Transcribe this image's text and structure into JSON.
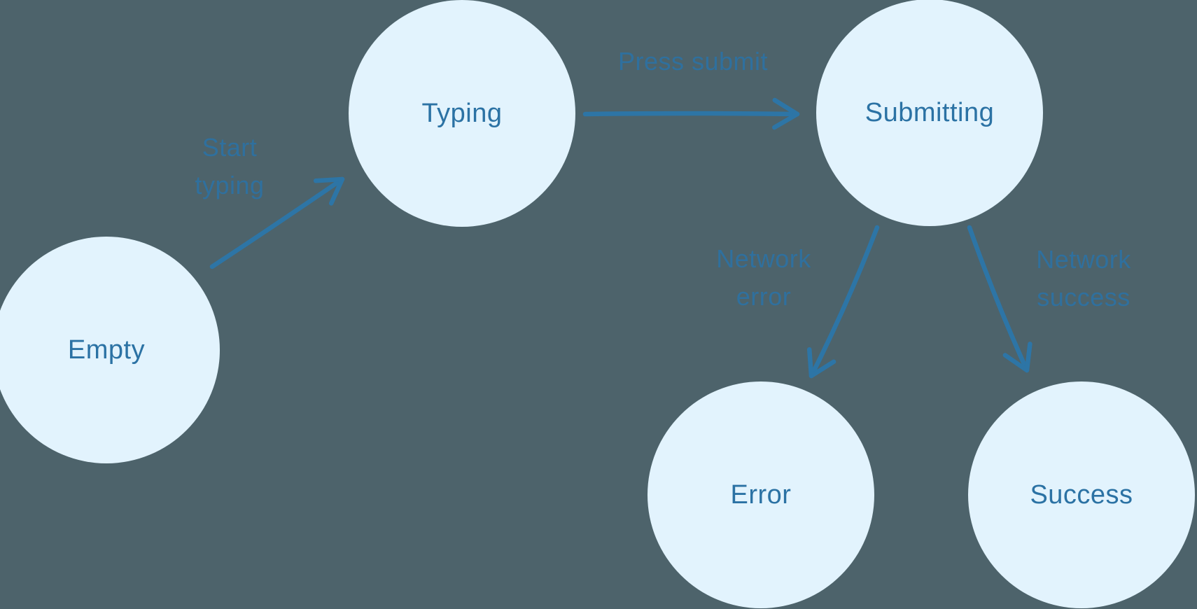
{
  "colors": {
    "background": "#4d636b",
    "node-fill": "#e2f3fd",
    "node-text": "#2b72a4",
    "arrow": "#2d75a6",
    "arrow-label": "#2f709e"
  },
  "diagram": {
    "type": "state-machine",
    "states": [
      {
        "id": "empty",
        "label": "Empty"
      },
      {
        "id": "typing",
        "label": "Typing"
      },
      {
        "id": "submitting",
        "label": "Submitting"
      },
      {
        "id": "error",
        "label": "Error"
      },
      {
        "id": "success",
        "label": "Success"
      }
    ],
    "transitions": [
      {
        "from": "Empty",
        "to": "Typing",
        "lines": [
          "Start",
          "typing"
        ]
      },
      {
        "from": "Typing",
        "to": "Submitting",
        "lines": [
          "Press submit"
        ]
      },
      {
        "from": "Submitting",
        "to": "Error",
        "lines": [
          "Network",
          "error"
        ]
      },
      {
        "from": "Submitting",
        "to": "Success",
        "lines": [
          "Network",
          "success"
        ]
      }
    ]
  }
}
